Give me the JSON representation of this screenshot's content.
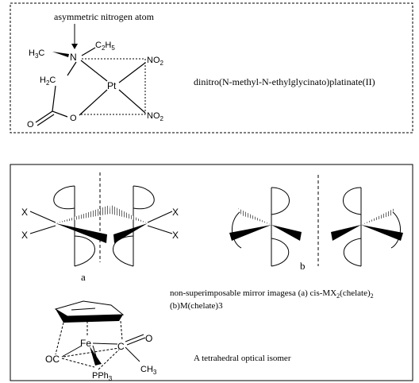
{
  "top_panel": {
    "annotation": "asymmetric nitrogen atom",
    "atoms": {
      "methyl": "H3C",
      "ethyl": "C2H5",
      "nitrogen": "N",
      "methylene": "H2C",
      "platinum": "Pt",
      "no2_upper": "NO2",
      "no2_lower": "NO2",
      "carbonyl_o": "O",
      "ring_o": "O"
    },
    "compound_name": "dinitro(N-methyl-N-ethylglycinato)platinate(II)"
  },
  "bottom_panel": {
    "ligand_x": "X",
    "label_a": "a",
    "label_b": "b",
    "caption_line1": "non-superimposable mirror imagesa (a) cis-MX2(chelate)2",
    "caption_line2": "(b)M(chelate)3",
    "iron": {
      "fe": "Fe",
      "oc": "OC",
      "carbon": "C",
      "oxygen": "O",
      "pph3": "PPh3",
      "ch3": "CH3"
    },
    "isomer_caption": "A tetrahedral optical isomer"
  }
}
